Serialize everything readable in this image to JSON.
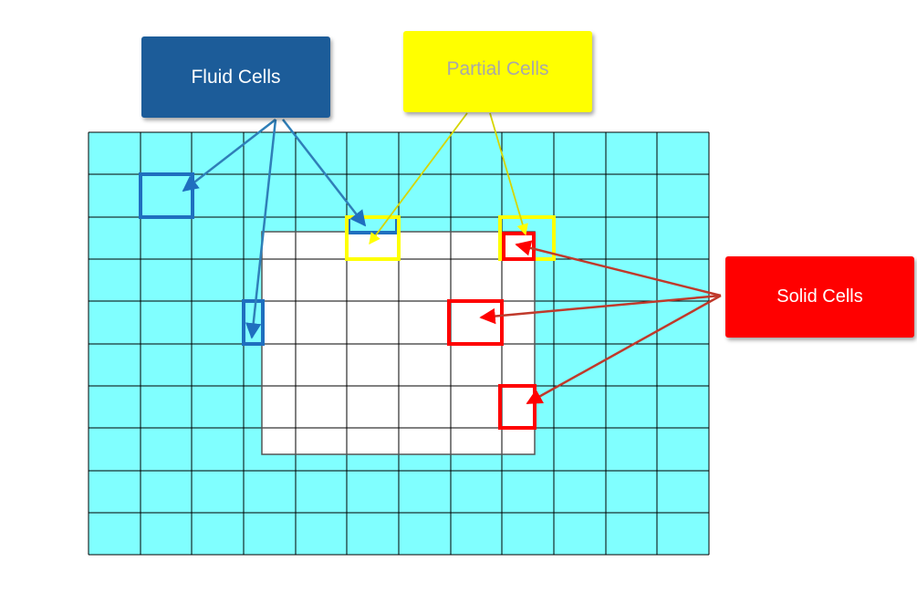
{
  "labels": {
    "fluid": "Fluid Cells",
    "partial": "Partial Cells",
    "solid": "Solid Cells"
  },
  "colors": {
    "fluid_fill": "#80ffff",
    "grid_line": "#000000",
    "solid_region": "#ffffff",
    "fluid_label_bg": "#1c5c99",
    "fluid_highlight": "#1f6fbf",
    "partial_label_bg": "#ffff00",
    "partial_text": "#a8a8a8",
    "solid_label_bg": "#ff0000",
    "solid_highlight": "#ff0000",
    "fluid_arrow": "#2f7fb8",
    "partial_arrow": "#d6d600",
    "solid_arrow": "#c0392b"
  },
  "grid": {
    "columns": 12,
    "rows": 10
  }
}
